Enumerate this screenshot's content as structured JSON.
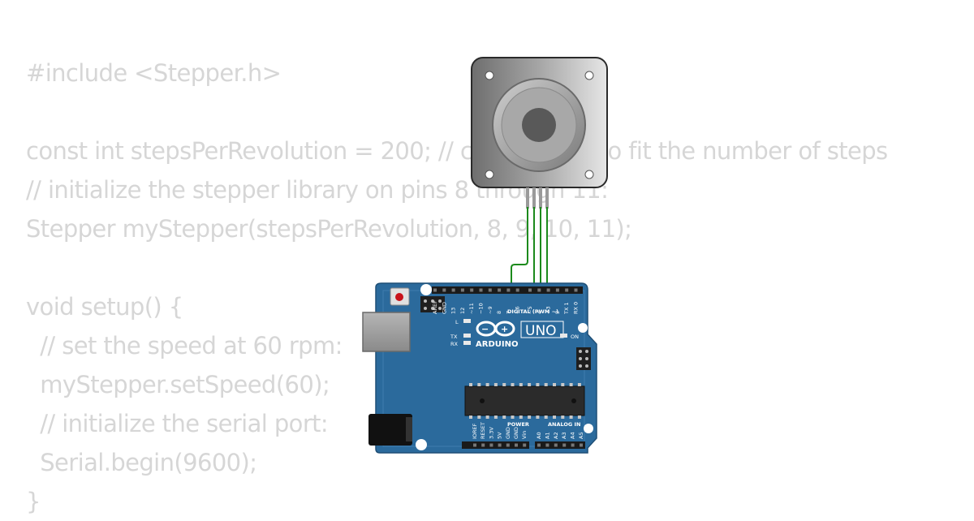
{
  "code": {
    "lines": [
      "#include <Stepper.h>",
      "",
      "const int stepsPerRevolution = 200; // change this to fit the number of steps",
      "// initialize the stepper library on pins 8 through 11:",
      "Stepper myStepper(stepsPerRevolution, 8, 9, 10, 11);",
      "",
      "void setup() {",
      "  // set the speed at 60 rpm:",
      "  myStepper.setSpeed(60);",
      "  // initialize the serial port:",
      "  Serial.begin(9600);",
      "}"
    ]
  },
  "board": {
    "model_label": "UNO",
    "brand_label": "ARDUINO",
    "digital_header_label": "DIGITAL (PWM ~)",
    "power_header_label": "POWER",
    "analog_header_label": "ANALOG IN",
    "on_led_label": "ON",
    "l_led_label": "L",
    "tx_led_label": "TX",
    "rx_led_label": "RX",
    "digital_pins": [
      "AREF",
      "GND",
      "13",
      "12",
      "~11",
      "~10",
      "~9",
      "8",
      "7",
      "~6",
      "~5",
      "4",
      "~3",
      "2",
      "TX 1",
      "RX 0"
    ],
    "power_pins": [
      "IOREF",
      "RESET",
      "3.3V",
      "5V",
      "GND",
      "GND",
      "Vin"
    ],
    "analog_pins": [
      "A0",
      "A1",
      "A2",
      "A3",
      "A4",
      "A5"
    ]
  },
  "colors": {
    "code_text": "#d6d6d6",
    "board_blue": "#2b6a9c",
    "wire_green": "#1c8a1c",
    "motor_gray": "#8f8f8f",
    "reset_red": "#c8121a"
  }
}
